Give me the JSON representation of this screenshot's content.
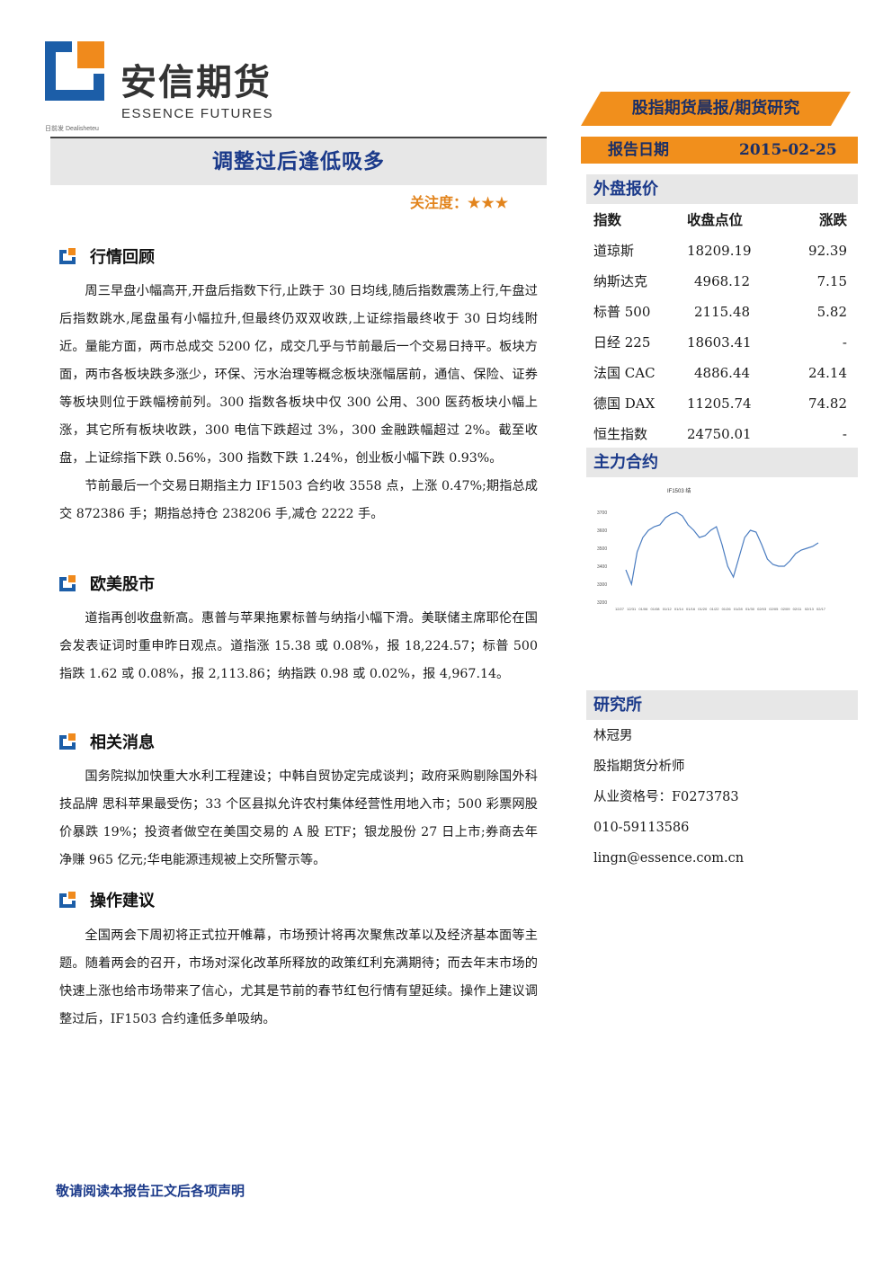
{
  "header": {
    "company_cn": "安信期货",
    "company_en": "ESSENCE FUTURES",
    "company_small": "日前发 Dealisheteu",
    "report_type": "股指期货晨报/期货研究"
  },
  "title": "调整过后逢低吸多",
  "attention": {
    "label": "关注度：",
    "stars": "★★★"
  },
  "sections": [
    {
      "title": "行情回顾",
      "paragraphs": [
        "周三早盘小幅高开,开盘后指数下行,止跌于 30 日均线,随后指数震荡上行,午盘过后指数跳水,尾盘虽有小幅拉升,但最终仍双双收跌,上证综指最终收于 30 日均线附近。量能方面，两市总成交 5200 亿，成交几乎与节前最后一个交易日持平。板块方面，两市各板块跌多涨少，环保、污水治理等概念板块涨幅居前，通信、保险、证券等板块则位于跌幅榜前列。300 指数各板块中仅 300 公用、300 医药板块小幅上涨，其它所有板块收跌，300 电信下跌超过 3%，300 金融跌幅超过 2%。截至收盘，上证综指下跌 0.56%，300 指数下跌 1.24%，创业板小幅下跌 0.93%。",
        "节前最后一个交易日期指主力 IF1503 合约收 3558 点，上涨 0.47%;期指总成交 872386 手；期指总持仓 238206 手,减仓 2222 手。"
      ]
    },
    {
      "title": "欧美股市",
      "paragraphs": [
        "道指再创收盘新高。惠普与苹果拖累标普与纳指小幅下滑。美联储主席耶伦在国会发表证词时重申昨日观点。道指涨 15.38 或 0.08%，报 18,224.57；标普 500 指跌 1.62 或 0.08%，报 2,113.86；纳指跌 0.98 或 0.02%，报 4,967.14。"
      ]
    },
    {
      "title": "相关消息",
      "paragraphs": [
        "国务院拟加快重大水利工程建设；中韩自贸协定完成谈判；政府采购剔除国外科技品牌 思科苹果最受伤；33 个区县拟允许农村集体经营性用地入市；500 彩票网股价暴跌 19%；投资者做空在美国交易的 A 股 ETF；银龙股份 27 日上市;券商去年净赚 965 亿元;华电能源违规被上交所警示等。"
      ]
    },
    {
      "title": "操作建议",
      "paragraphs": [
        "全国两会下周初将正式拉开帷幕，市场预计将再次聚焦改革以及经济基本面等主题。随着两会的召开，市场对深化改革所释放的政策红利充满期待；而去年末市场的快速上涨也给市场带来了信心，尤其是节前的春节红包行情有望延续。操作上建议调整过后，IF1503 合约逢低多单吸纳。"
      ]
    }
  ],
  "report_date": {
    "label": "报告日期",
    "value": "2015-02-25"
  },
  "quotes": {
    "title": "外盘报价",
    "headers": [
      "指数",
      "收盘点位",
      "涨跌"
    ],
    "rows": [
      [
        "道琼斯",
        "18209.19",
        "92.39"
      ],
      [
        "纳斯达克",
        "4968.12",
        "7.15"
      ],
      [
        "标普 500",
        "2115.48",
        "5.82"
      ],
      [
        "日经 225",
        "18603.41",
        "-"
      ],
      [
        "法国 CAC",
        "4886.44",
        "24.14"
      ],
      [
        "德国 DAX",
        "11205.74",
        "74.82"
      ],
      [
        "恒生指数",
        "24750.01",
        "-"
      ]
    ]
  },
  "main_contract": {
    "title": "主力合约"
  },
  "chart_data": {
    "type": "line",
    "title": "IF1503 结",
    "ylim": [
      3200,
      3750
    ],
    "yticks": [
      3700,
      3600,
      3500,
      3400,
      3300,
      3200
    ],
    "xticks": [
      "12/27",
      "12/31",
      "01/06",
      "01/08",
      "01/12",
      "01/14",
      "01/16",
      "01/20",
      "01/22",
      "01/26",
      "01/28",
      "01/30",
      "02/03",
      "02/05",
      "02/09",
      "02/11",
      "02/13",
      "02/17"
    ],
    "values": [
      3380,
      3300,
      3480,
      3560,
      3600,
      3620,
      3630,
      3670,
      3690,
      3700,
      3680,
      3630,
      3600,
      3560,
      3570,
      3600,
      3620,
      3520,
      3400,
      3340,
      3450,
      3560,
      3600,
      3590,
      3520,
      3440,
      3410,
      3400,
      3400,
      3430,
      3470,
      3490,
      3500,
      3510,
      3530
    ]
  },
  "research": {
    "title": "研究所",
    "name": "林冠男",
    "role": "股指期货分析师",
    "license": "从业资格号：F0273783",
    "phone": "010-59113586",
    "email": "lingn@essence.com.cn"
  },
  "footer": "敬请阅读本报告正文后各项声明",
  "colors": {
    "orange": "#f18f1c",
    "navy": "#1b3a8a",
    "logo_blue": "#1c5ea8",
    "logo_orange": "#f08a1c"
  }
}
